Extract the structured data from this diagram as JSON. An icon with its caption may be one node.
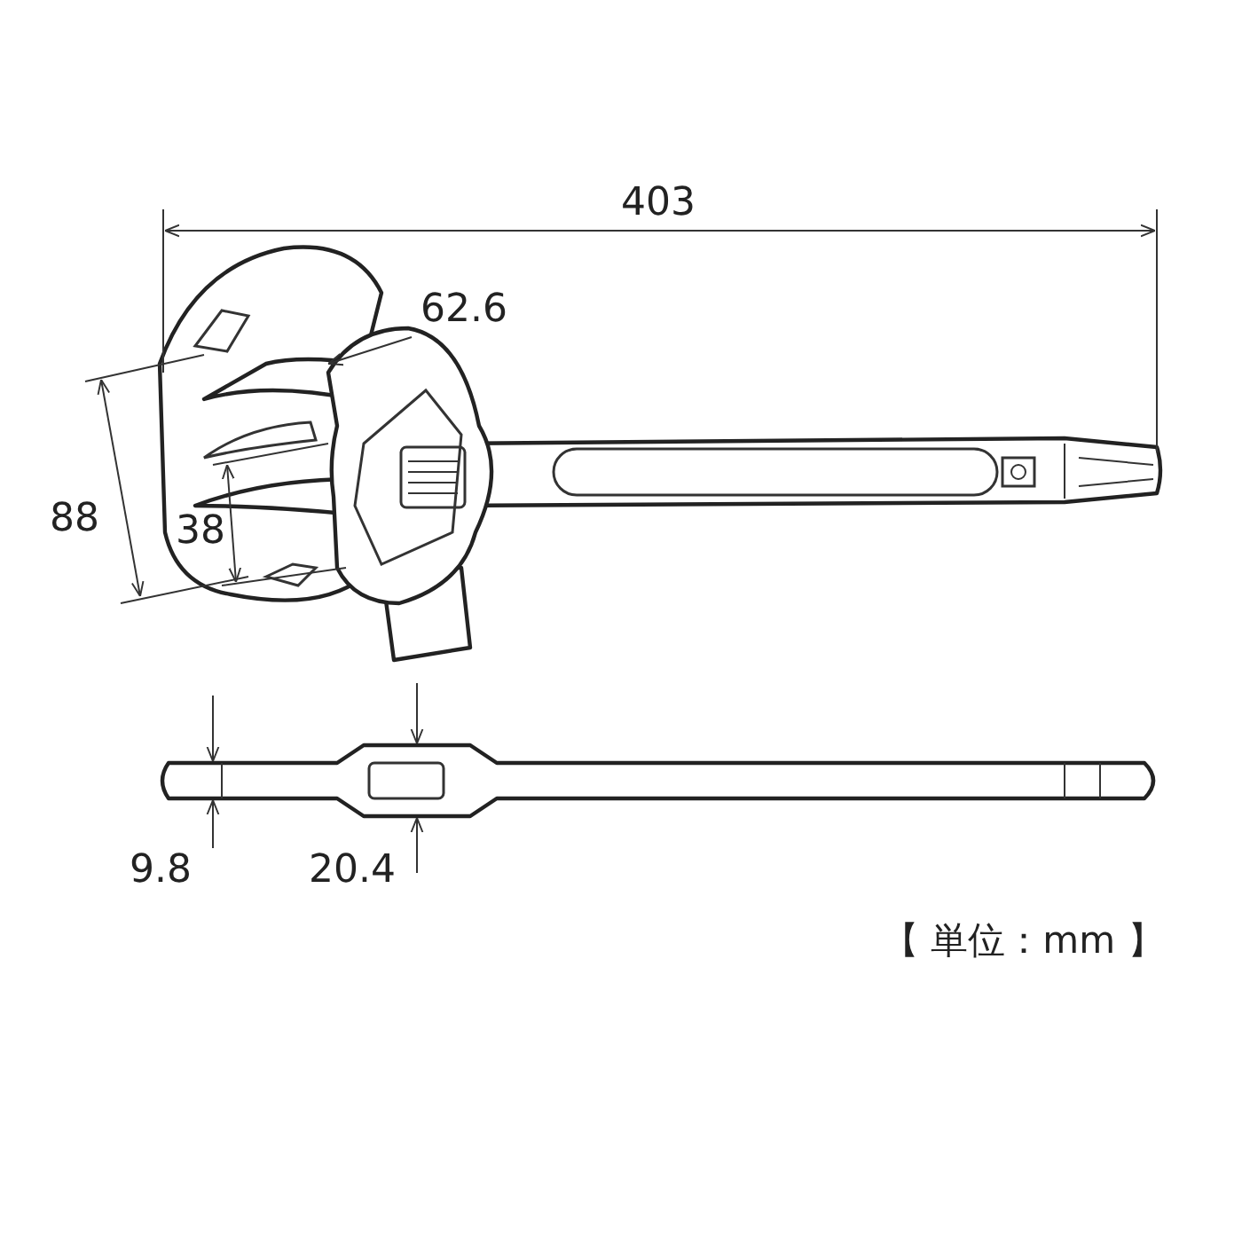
{
  "diagram": {
    "labels": [
      "403",
      "62.6",
      "88",
      "38",
      "9.8",
      "20.4",
      "【 単位：mm 】"
    ]
  }
}
